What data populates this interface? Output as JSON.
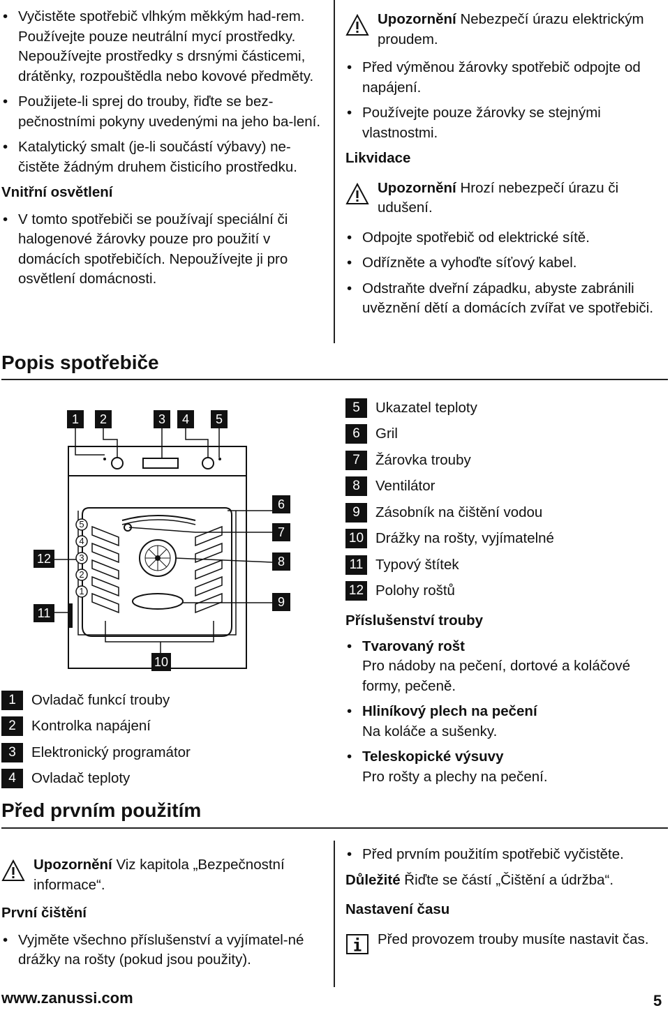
{
  "left_top": {
    "bullets": [
      "Vyčistěte spotřebič vlhkým měkkým had-rem. Používejte pouze neutrální mycí prostředky. Nepoužívejte prostředky s drsnými částicemi, drátěnky, rozpouštědla nebo kovové předměty.",
      "Použijete-li sprej do trouby, řiďte se bez-pečnostními pokyny uvedenými na jeho ba-lení.",
      "Katalytický smalt (je-li součástí výbavy) ne-čistěte žádným druhem čisticího prostředku."
    ],
    "vnitrni_heading": "Vnitřní osvětlení",
    "vnitrni_bullets": [
      "V tomto spotřebiči se používají speciální či halogenové žárovky pouze pro použití v domácích spotřebičích. Nepoužívejte ji pro osvětlení domácnosti."
    ]
  },
  "right_top": {
    "warn1_bold": "Upozornění",
    "warn1_text": " Nebezpečí úrazu elektrickým proudem.",
    "bullets1": [
      "Před výměnou žárovky spotřebič odpojte od napájení.",
      "Používejte pouze žárovky se stejnými vlastnostmi."
    ],
    "likvidace_heading": "Likvidace",
    "warn2_bold": "Upozornění",
    "warn2_text": " Hrozí nebezpečí úrazu či udušení.",
    "bullets2": [
      "Odpojte spotřebič od elektrické sítě.",
      "Odřízněte a vyhoďte síťový kabel.",
      "Odstraňte dveřní západku, abyste zabránili uvěznění dětí a domácích zvířat ve spotřebiči."
    ]
  },
  "popis_heading": "Popis spotřebiče",
  "diagram_labels": {
    "l1": "1",
    "l2": "2",
    "l3": "3",
    "l4": "4",
    "l5": "5",
    "l6": "6",
    "l7": "7",
    "l8": "8",
    "l9": "9",
    "l10": "10",
    "l11": "11",
    "l12": "12",
    "c5": "5",
    "c4": "4",
    "c3": "3",
    "c2": "2",
    "c1": "1"
  },
  "legend_left": [
    {
      "num": "1",
      "text": "Ovladač funkcí trouby"
    },
    {
      "num": "2",
      "text": "Kontrolka napájení"
    },
    {
      "num": "3",
      "text": "Elektronický programátor"
    },
    {
      "num": "4",
      "text": "Ovladač teploty"
    }
  ],
  "legend_right": [
    {
      "num": "5",
      "text": "Ukazatel teploty"
    },
    {
      "num": "6",
      "text": "Gril"
    },
    {
      "num": "7",
      "text": "Žárovka trouby"
    },
    {
      "num": "8",
      "text": "Ventilátor"
    },
    {
      "num": "9",
      "text": "Zásobník na čištění vodou"
    },
    {
      "num": "10",
      "text": "Drážky na rošty, vyjímatelné"
    },
    {
      "num": "11",
      "text": "Typový štítek"
    },
    {
      "num": "12",
      "text": "Polohy roštů"
    }
  ],
  "prislusenstvi": {
    "heading": "Příslušenství trouby",
    "items": [
      {
        "title": "Tvarovaný rošt",
        "desc": "Pro nádoby na pečení, dortové a koláčové formy, pečeně."
      },
      {
        "title": "Hliníkový plech na pečení",
        "desc": "Na koláče a sušenky."
      },
      {
        "title": "Teleskopické výsuvy",
        "desc": "Pro rošty a plechy na pečení."
      }
    ]
  },
  "pred_heading": "Před prvním použitím",
  "bottom_left": {
    "warn_bold": "Upozornění",
    "warn_text": " Viz kapitola „Bezpečnostní informace“.",
    "prvni_heading": "První čištění",
    "bullets": [
      "Vyjměte všechno příslušenství a vyjímatel-né drážky na rošty (pokud jsou použity)."
    ]
  },
  "bottom_right": {
    "bullets": [
      "Před prvním použitím spotřebič vyčistěte."
    ],
    "dulezite_bold": "Důležité",
    "dulezite_text": " Řiďte se částí „Čištění a údržba“.",
    "nastaveni_heading": "Nastavení času",
    "info_text": "Před provozem trouby musíte nastavit čas."
  },
  "footer": {
    "url": "www.zanussi.com",
    "page": "5"
  }
}
